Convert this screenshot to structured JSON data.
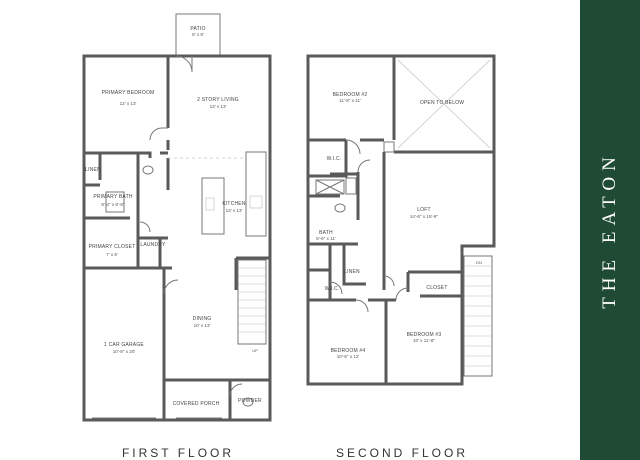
{
  "brand": {
    "title": "THE EATON",
    "panel_color": "#1f4a33"
  },
  "first_floor": {
    "label": "FIRST FLOOR",
    "rooms": {
      "patio": {
        "name": "PATIO",
        "dim": "8' x 8'"
      },
      "primary_bedroom": {
        "name": "PRIMARY BEDROOM",
        "dim": "12' x 13'"
      },
      "two_story_living": {
        "name": "2 STORY LIVING",
        "dim": "13' x 13'"
      },
      "linen": {
        "name": "LINEN"
      },
      "primary_bath": {
        "name": "PRIMARY BATH",
        "dim": "8'-4\" x 8'-6\""
      },
      "kitchen": {
        "name": "KITCHEN",
        "dim": "13' x 13'"
      },
      "primary_closet": {
        "name": "PRIMARY CLOSET",
        "dim": "7' x 6'"
      },
      "laundry": {
        "name": "LAUNDRY"
      },
      "garage": {
        "name": "1 CAR GARAGE",
        "dim": "10'-8\" x 20'"
      },
      "dining": {
        "name": "DINING",
        "dim": "10' x 13'"
      },
      "covered_porch": {
        "name": "COVERED PORCH"
      },
      "powder": {
        "name": "POWDER"
      },
      "stair_up": {
        "name": "UP"
      }
    }
  },
  "second_floor": {
    "label": "SECOND FLOOR",
    "rooms": {
      "bedroom2": {
        "name": "BEDROOM #2",
        "dim": "11'-8\" x 11'"
      },
      "open_to_below": {
        "name": "OPEN TO BELOW"
      },
      "wic_upper": {
        "name": "W.I.C."
      },
      "loft": {
        "name": "LOFT",
        "dim": "14'-6\" x 15'-8\""
      },
      "bath": {
        "name": "BATH",
        "dim": "6'-6\" x 11'"
      },
      "linen": {
        "name": "LINEN"
      },
      "stair_dn": {
        "name": "DN"
      },
      "wic_lower": {
        "name": "W.I.C."
      },
      "closet": {
        "name": "CLOSET"
      },
      "bedroom3": {
        "name": "BEDROOM #3",
        "dim": "10' x 11'-8\""
      },
      "bedroom4": {
        "name": "BEDROOM #4",
        "dim": "10'-6\" x 12'"
      }
    }
  }
}
